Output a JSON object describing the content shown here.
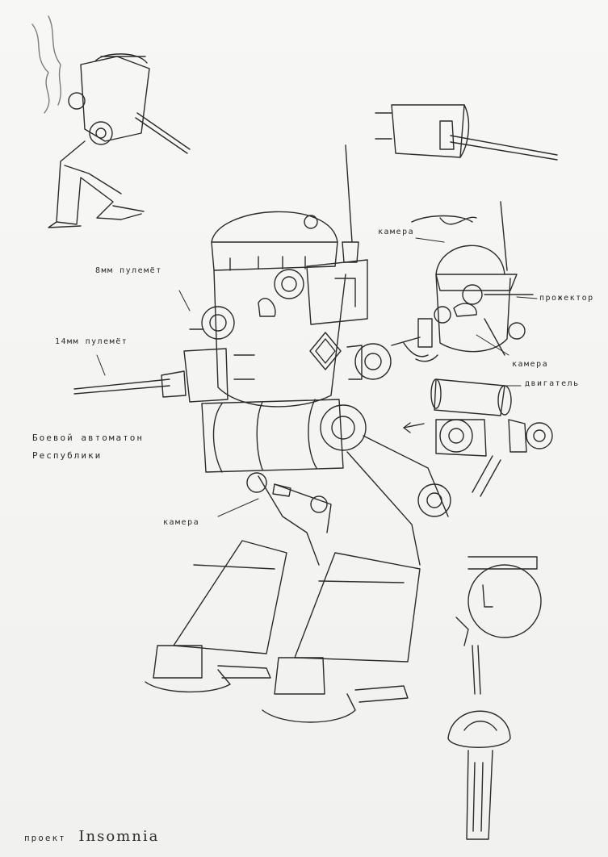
{
  "sheet": {
    "labels": {
      "mg8": "8мм пулемёт",
      "mg14": "14мм пулемёт",
      "title": "Боевой автоматон\nРеспублики",
      "camera_main": "камера",
      "camera_top": "камера",
      "camera_side": "камера",
      "searchlight": "прожектор",
      "engine": "двигатель"
    },
    "footer": {
      "prefix": "проект",
      "name": "Insomnia"
    },
    "ink_color": "#2b2b2b",
    "paper_color": "#f4f4f2"
  }
}
